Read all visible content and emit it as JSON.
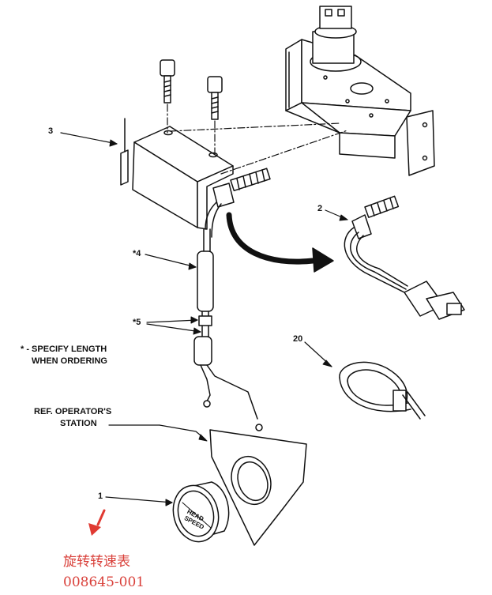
{
  "callouts": {
    "c1": "1",
    "c2": "2",
    "c3": "3",
    "c4": "*4",
    "c5": "*5",
    "c20": "20"
  },
  "notes": {
    "specify_line1": "* - SPECIFY LENGTH",
    "specify_line2": "WHEN ORDERING",
    "ref_line1": "REF. OPERATOR'S",
    "ref_line2": "STATION"
  },
  "gauge_face": {
    "line1": "HEAD",
    "line2": "SPEED"
  },
  "caption": {
    "line1": "旋转转速表",
    "line2": "008645-001"
  },
  "colors": {
    "ink": "#111111",
    "caption": "#d9403a",
    "arrow": "#e03a32"
  }
}
